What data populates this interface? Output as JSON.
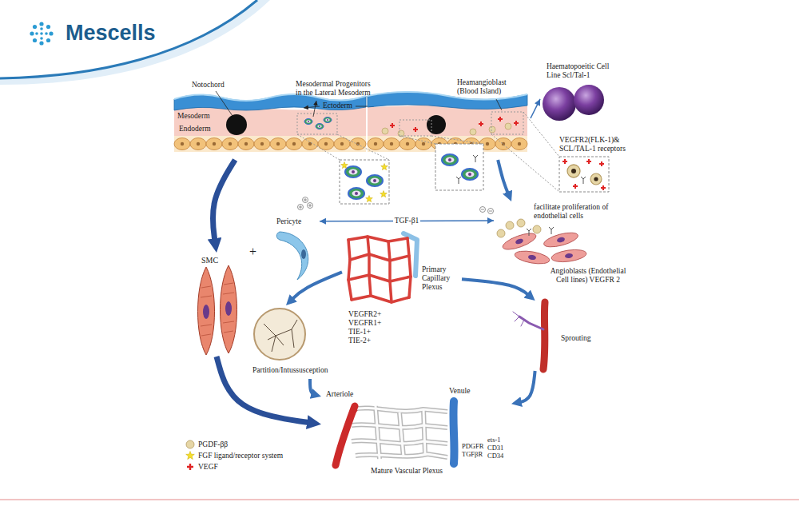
{
  "diagram": {
    "nodes": [
      {
        "text": [
          "Mesodermal Progenitors in the Lateral Mesoderm"
        ]
      },
      {
        "text": [
          "Heamangioblast (Blood Island)"
        ]
      },
      {
        "text": [
          "Haematopoeitic Cell Line Scl/Tal-1"
        ]
      },
      {
        "text": [
          "VEGFR2(FLK-1)& SCL/TAL-1 receptors"
        ]
      },
      {
        "text": [
          "SMC"
        ]
      },
      {
        "text": [
          "Pericyte"
        ]
      },
      {
        "text": [
          "facilitate proliferation of endothelial cells",
          "Angioblasts (Endothelial Cell lines) VEGFR 2"
        ]
      },
      {
        "text": [
          "Primary Capillary Plexus",
          "VEGFR2+ VEGFR1+ TIE-1+ TIE-2+"
        ]
      },
      {
        "text": [
          "Partition/Intussusception"
        ]
      },
      {
        "text": [
          "Sprouting"
        ]
      },
      {
        "text": [
          "Arteriole",
          "Venule",
          "PDGFR TGFβR",
          "ets-1 CD31 CD34",
          "Mature Vascular Plexus"
        ]
      }
    ],
    "edges": [
      {
        "from": 0,
        "to": 4,
        "arrow": "to"
      },
      {
        "from": 1,
        "to": 2,
        "arrow": "to"
      },
      {
        "from": 1,
        "to": 6,
        "arrow": "to"
      },
      {
        "from": 5,
        "to": 6,
        "label": "TGF-β1",
        "arrow": "both"
      },
      {
        "from": 7,
        "to": 8,
        "arrow": "to"
      },
      {
        "from": 7,
        "to": 9,
        "arrow": "to"
      },
      {
        "from": 4,
        "to": 10,
        "arrow": "to"
      },
      {
        "from": 8,
        "to": 10,
        "arrow": "to"
      },
      {
        "from": 9,
        "to": 10,
        "arrow": "to"
      }
    ],
    "labels": [
      "Mescells",
      "Notochord",
      "Mesoderm",
      "Endoderm",
      "Ectoderm",
      "+"
    ],
    "legend": [
      {
        "text": "PGDF-ββ",
        "color": "#e6d6a6"
      },
      {
        "text": "FGF ligand/receptor system",
        "color": "#f5df2a"
      },
      {
        "text": "VEGF",
        "color": "#e02424"
      }
    ]
  }
}
